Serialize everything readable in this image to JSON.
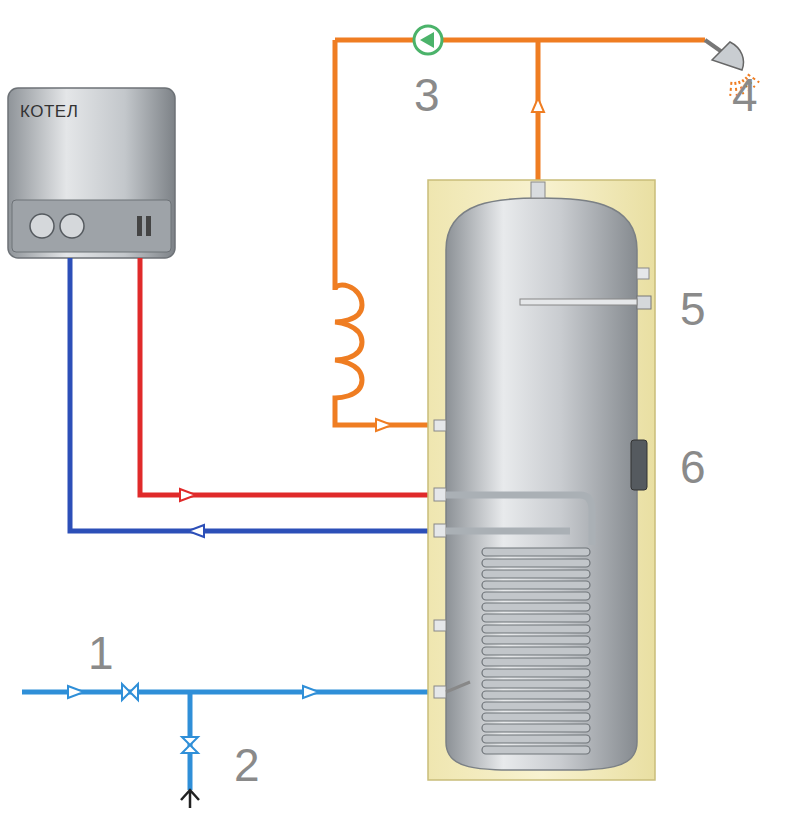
{
  "diagram": {
    "nodes": [
      {
        "text": [
          "КОТЕЛ"
        ]
      }
    ],
    "labels": [
      "1",
      "2",
      "3",
      "4",
      "5",
      "6"
    ]
  }
}
